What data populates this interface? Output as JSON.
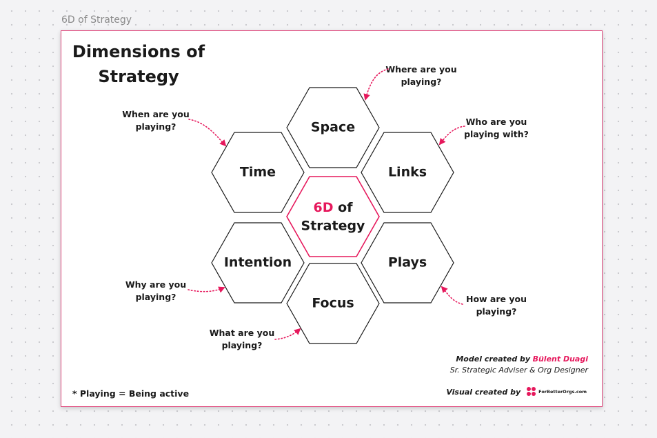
{
  "frame": {
    "label": "6D of Strategy"
  },
  "board": {
    "title": "Dimensions of Strategy",
    "center": {
      "accent": "6D",
      "rest1": " of",
      "line2": "Strategy"
    },
    "hexagons": [
      "Space",
      "Time",
      "Links",
      "Intention",
      "Plays",
      "Focus"
    ],
    "questions": {
      "space": [
        "Where are you",
        "playing?"
      ],
      "time": [
        "When are you",
        "playing?"
      ],
      "links": [
        "Who are you",
        "playing with?"
      ],
      "intention": [
        "Why are you",
        "playing?"
      ],
      "plays": [
        "How are you",
        "playing?"
      ],
      "focus": [
        "What are you",
        "playing?"
      ]
    },
    "note": "* Playing = Being active",
    "credit": {
      "prefix": "Model created by",
      "author": "Bülent Duagi",
      "role": "Sr. Strategic Adviser & Org Designer"
    },
    "visual_credit": "Visual created by",
    "logo": {
      "icon": "forbetterorgs-logo-icon",
      "text": "ForBetterOrgs.com"
    }
  },
  "colors": {
    "accent": "#e6185c",
    "border": "#e0457b",
    "hex_stroke": "#1a1a1a"
  }
}
